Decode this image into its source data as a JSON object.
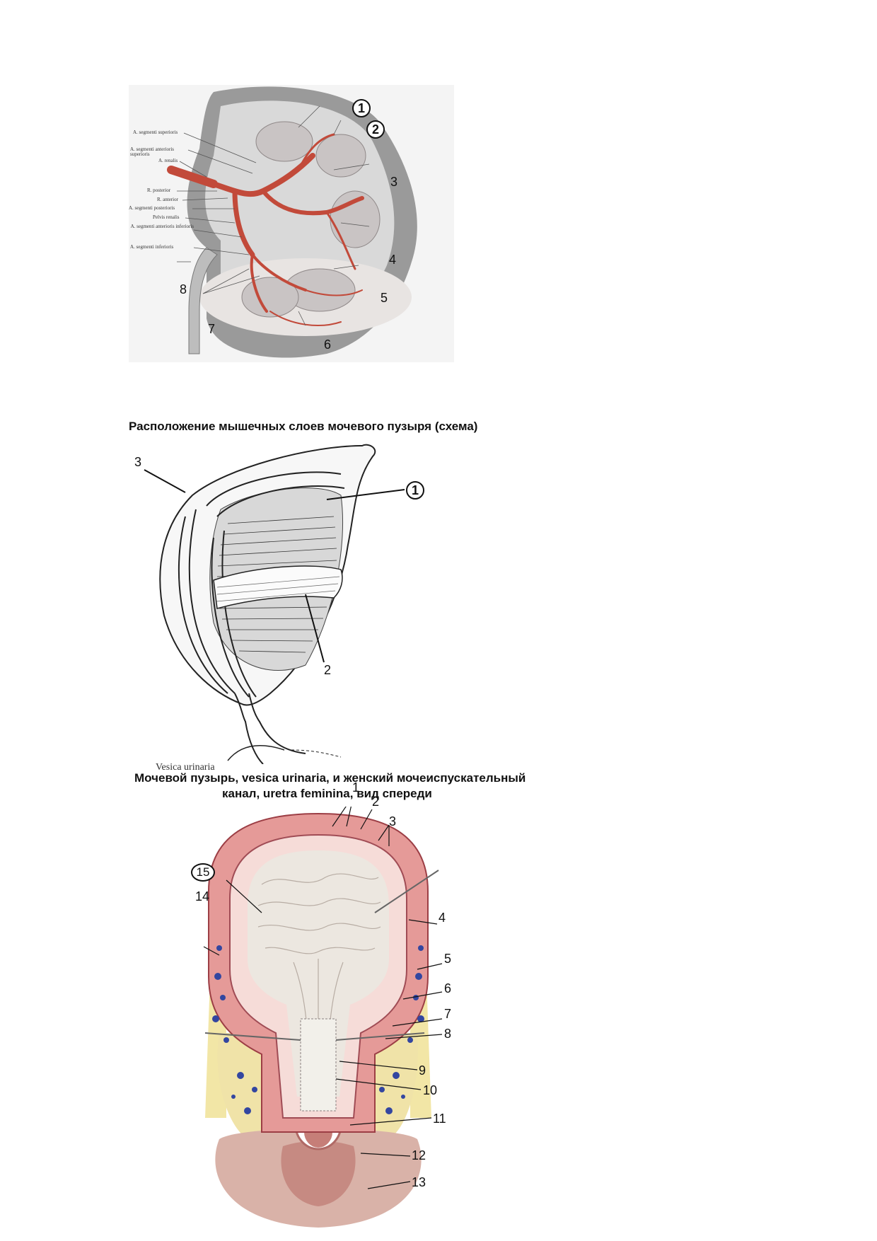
{
  "figure1": {
    "latin_labels": [
      "A. segmenti superioris",
      "A. segmenti anterioris superioris",
      "A. renalis",
      "R. posterior",
      "R. anterior",
      "A. segmenti posterioris",
      "Pelvis renalis",
      "A. segmenti anterioris inferioris",
      "A. segmenti inferioris"
    ],
    "circled": [
      "1",
      "2"
    ],
    "numbers": [
      "3",
      "4",
      "5",
      "6",
      "7",
      "8"
    ]
  },
  "figure2": {
    "caption": "Расположение мышечных слоев мочевого пузыря (схема)",
    "circled": [
      "1"
    ],
    "numbers": [
      "2",
      "3"
    ]
  },
  "figure3": {
    "caption_line1": "Мочевой пузырь, vesica urinaria, и женский мочеиспускательный",
    "caption_line2": "канал, uretra feminina, вид спереди",
    "latin_label": "Vesica urinaria",
    "circled": [
      "15"
    ],
    "numbers": [
      "1",
      "2",
      "3",
      "4",
      "5",
      "6",
      "7",
      "8",
      "9",
      "10",
      "11",
      "12",
      "13",
      "14"
    ]
  }
}
